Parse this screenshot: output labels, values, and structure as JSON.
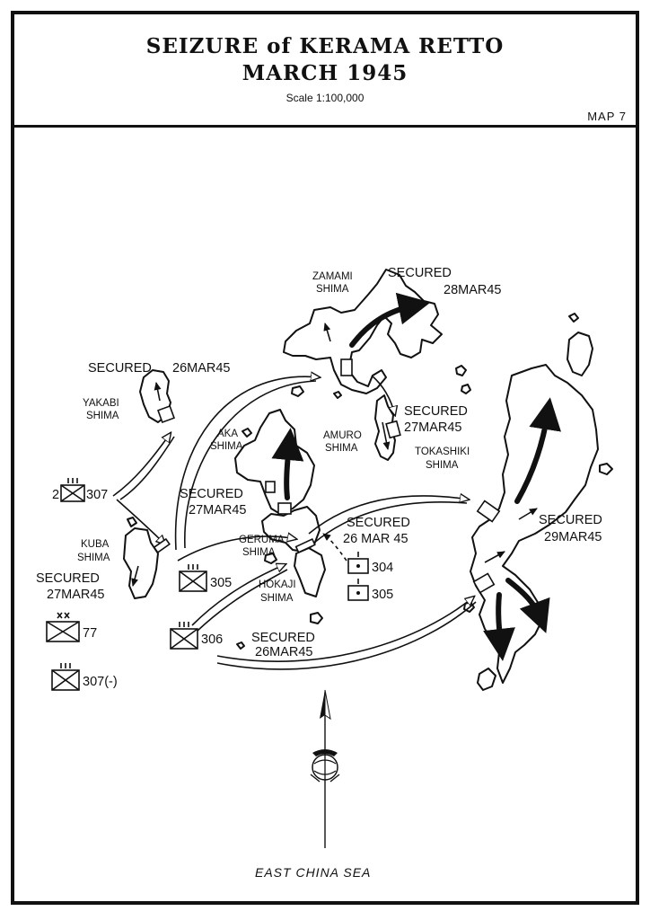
{
  "title": {
    "line1": "SEIZURE of KERAMA RETTO",
    "line2": "MARCH 1945",
    "scale": "Scale 1:100,000",
    "map_number": "MAP 7"
  },
  "islands": {
    "zamami": "ZAMAMI",
    "zamami2": "SHIMA",
    "yakabi": "YAKABI",
    "yakabi2": "SHIMA",
    "aka": "AKA",
    "aka2": "SHIMA",
    "amuro": "AMURO",
    "amuro2": "SHIMA",
    "tokashiki": "TOKASHIKI",
    "tokashiki2": "SHIMA",
    "kuba": "KUBA",
    "kuba2": "SHIMA",
    "geruma": "GERUMA",
    "geruma2": "SHIMA",
    "hokaji": "HOKAJI",
    "hokaji2": "SHIMA"
  },
  "secured_labels": {
    "zamami_a": "SECURED",
    "zamami_b": "28MAR45",
    "yakabi_a": "SECURED",
    "yakabi_b": "26MAR45",
    "amuro_a": "SECURED",
    "amuro_b": "27MAR45",
    "aka_a": "SECURED",
    "aka_b": "27MAR45",
    "geruma_a": "SECURED",
    "geruma_b": "26 MAR 45",
    "tokashiki_a": "SECURED",
    "tokashiki_b": "29MAR45",
    "kuba_a": "SECURED",
    "kuba_b": "27MAR45",
    "south_a": "SECURED",
    "south_b": "26MAR45"
  },
  "units": {
    "u307": "307",
    "u307_prefix": "2",
    "u305": "305",
    "u306": "306",
    "u304": "304",
    "u305b": "305",
    "u77": "77",
    "u307b": "307(-)"
  },
  "sea_label": "EAST CHINA SEA",
  "colors": {
    "ink": "#111111",
    "paper": "#ffffff"
  },
  "icons": [
    "north-arrow-icon",
    "marine-corps-emblem-icon"
  ]
}
